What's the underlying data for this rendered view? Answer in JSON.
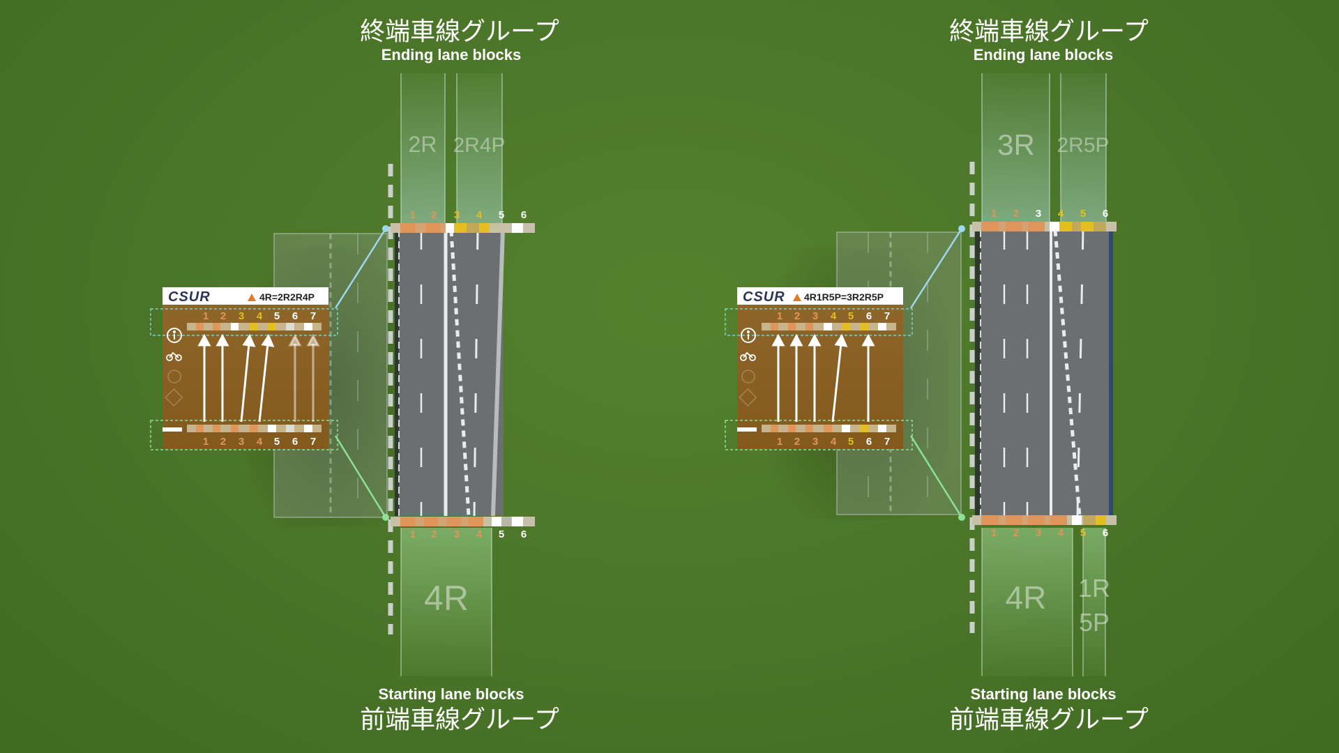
{
  "labels": {
    "ending_jp": "終端車線グループ",
    "ending_en": "Ending lane blocks",
    "starting_en": "Starting lane blocks",
    "starting_jp": "前端車線グループ"
  },
  "logo": "CSUR",
  "colors": {
    "orange": "#e0965a",
    "yellow": "#e4bf22",
    "white": "#ffffff",
    "panel": "#8a5e1e",
    "endGlow": "#b9e6e6",
    "startGlow": "#a8e0a0",
    "endLine": "#9fd8ee",
    "startLine": "#8ee09a"
  },
  "diagrams": [
    {
      "id": "left",
      "code": "4R=2R2R4P",
      "top_numbers": [
        "1",
        "2",
        "3",
        "4",
        "5",
        "6"
      ],
      "bottom_numbers": [
        "1",
        "2",
        "3",
        "4",
        "5",
        "6"
      ],
      "top_blocks": [
        "2R",
        "2R4P"
      ],
      "bottom_blocks": [
        "4R"
      ],
      "panel_top_numbers": [
        "1",
        "2",
        "3",
        "4",
        "5",
        "6",
        "7"
      ],
      "panel_bottom_numbers": [
        "1",
        "2",
        "3",
        "4",
        "5",
        "6",
        "7"
      ]
    },
    {
      "id": "right",
      "code": "4R1R5P=3R2R5P",
      "top_numbers": [
        "1",
        "2",
        "3",
        "4",
        "5",
        "6"
      ],
      "bottom_numbers": [
        "1",
        "2",
        "3",
        "4",
        "5",
        "6"
      ],
      "top_blocks": [
        "3R",
        "2R5P"
      ],
      "bottom_blocks": [
        "4R",
        "1R",
        "5P"
      ],
      "panel_top_numbers": [
        "1",
        "2",
        "3",
        "4",
        "5",
        "6",
        "7"
      ],
      "panel_bottom_numbers": [
        "1",
        "2",
        "3",
        "4",
        "5",
        "6",
        "7"
      ]
    }
  ]
}
